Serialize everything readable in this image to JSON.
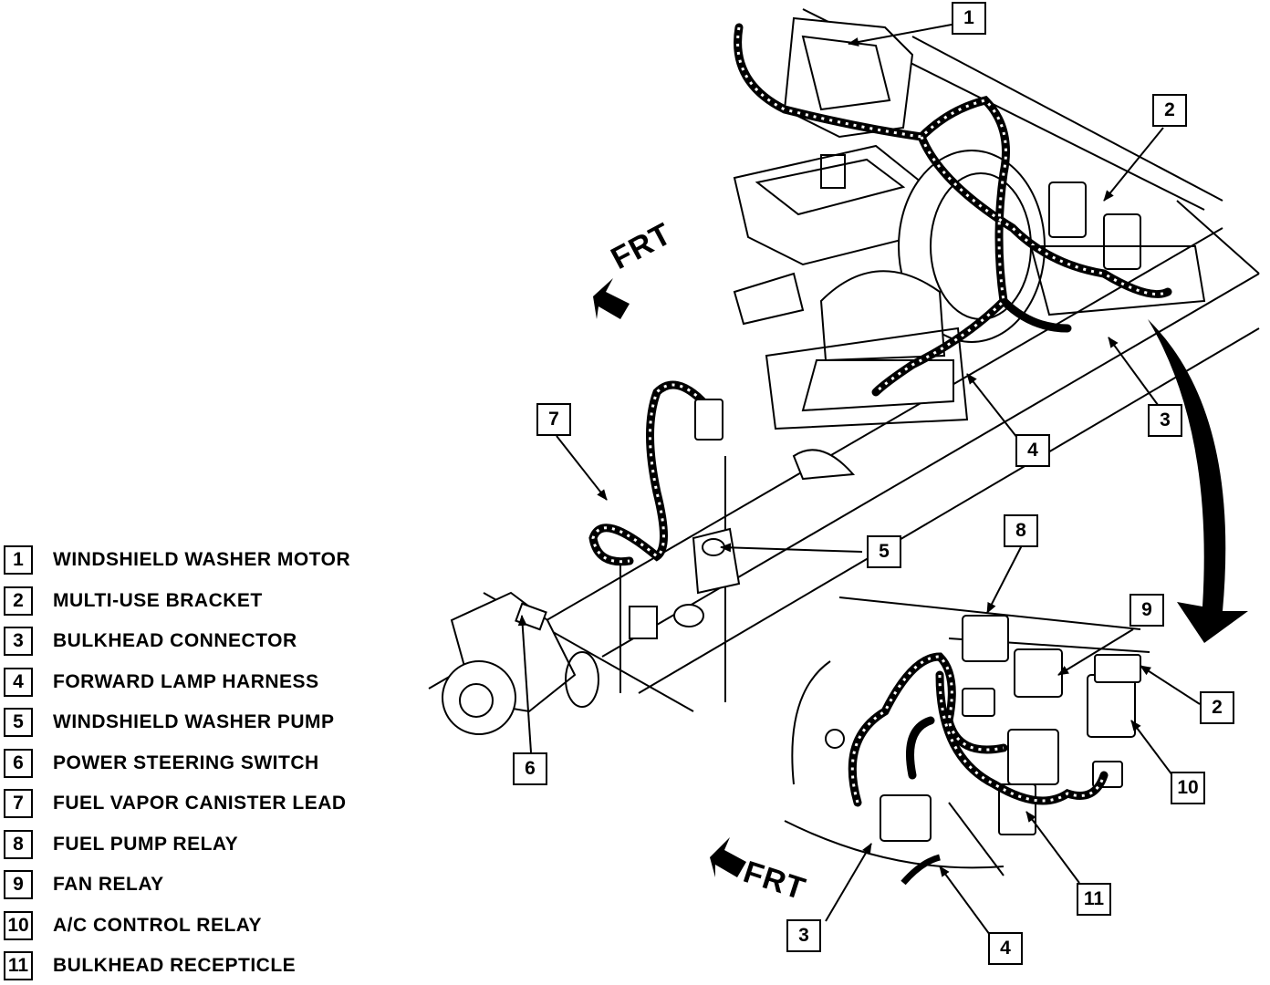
{
  "legend": [
    {
      "num": "1",
      "label": "WINDSHIELD WASHER MOTOR"
    },
    {
      "num": "2",
      "label": "MULTI-USE BRACKET"
    },
    {
      "num": "3",
      "label": "BULKHEAD CONNECTOR"
    },
    {
      "num": "4",
      "label": "FORWARD LAMP HARNESS"
    },
    {
      "num": "5",
      "label": "WINDSHIELD WASHER PUMP"
    },
    {
      "num": "6",
      "label": "POWER STEERING SWITCH"
    },
    {
      "num": "7",
      "label": "FUEL VAPOR CANISTER LEAD"
    },
    {
      "num": "8",
      "label": "FUEL PUMP RELAY"
    },
    {
      "num": "9",
      "label": "FAN RELAY"
    },
    {
      "num": "10",
      "label": "A/C CONTROL RELAY"
    },
    {
      "num": "11",
      "label": "BULKHEAD RECEPTICLE"
    }
  ],
  "callouts": {
    "c1": "1",
    "c2_top": "2",
    "c3_top": "3",
    "c4_top": "4",
    "c5": "5",
    "c6": "6",
    "c7": "7",
    "c8": "8",
    "c9": "9",
    "c2_bottom": "2",
    "c10": "10",
    "c11": "11",
    "c3_bottom": "3",
    "c4_bottom": "4"
  },
  "direction": {
    "top": "FRT",
    "bottom": "FRT"
  }
}
